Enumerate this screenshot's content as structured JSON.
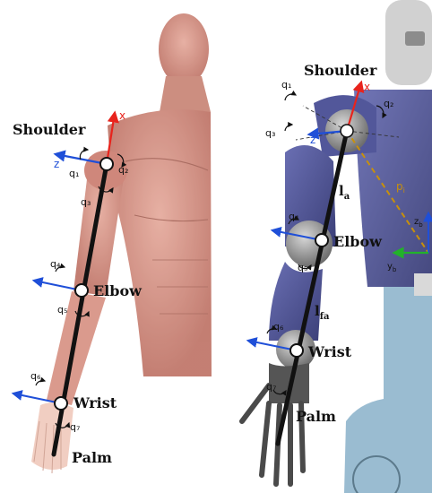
{
  "left_panel": {
    "labels": {
      "shoulder": "Shoulder",
      "elbow": "Elbow",
      "wrist": "Wrist",
      "palm": "Palm",
      "axis_x": "x",
      "axis_z": "z"
    },
    "joints": {
      "q1": "q₁",
      "q2": "q₂",
      "q3": "q₃",
      "q4": "q₄",
      "q5": "q₅",
      "q6": "q₆",
      "q7": "q₇"
    }
  },
  "right_panel": {
    "labels": {
      "shoulder": "Shoulder",
      "elbow": "Elbow",
      "wrist": "Wrist",
      "palm": "Palm",
      "axis_x": "x",
      "axis_z": "z",
      "upper_arm": "l",
      "upper_arm_sub": "a",
      "forearm": "l",
      "forearm_sub": "fa",
      "position": "p",
      "position_sub": "i",
      "base_z": "z",
      "base_z_sub": "b",
      "base_y": "y",
      "base_y_sub": "b"
    },
    "joints": {
      "q1": "q₁",
      "q2": "q₂",
      "q3": "q₃",
      "q4": "q₄",
      "q5": "q₅",
      "q6": "q₆",
      "q7": "q₇"
    }
  },
  "colors": {
    "x_axis": "#e8231c",
    "z_axis": "#1f4fd8",
    "y_axis": "#22b22a",
    "p_vector": "#c8900a",
    "muscle": "#c97a6a",
    "robot_body": "#4b4f8e",
    "robot_joint": "#9a9a9a"
  }
}
